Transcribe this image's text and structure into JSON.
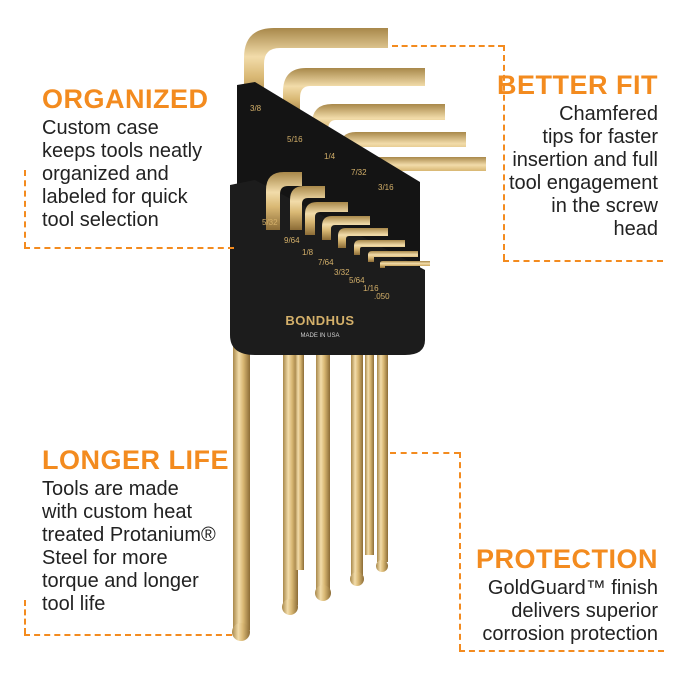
{
  "colors": {
    "accent": "#f38b1f",
    "gold": "#d4b06a",
    "case": "#141414",
    "text": "#222222"
  },
  "callouts": {
    "organized": {
      "title": "ORGANIZED",
      "body": "Custom case\nkeeps tools neatly\norganized and\nlabeled for quick\ntool selection"
    },
    "better_fit": {
      "title": "BETTER FIT",
      "body": "Chamfered\ntips for faster\ninsertion and full\ntool engagement\nin the screw\nhead"
    },
    "longer_life": {
      "title": "LONGER LIFE",
      "body": "Tools are made\nwith custom heat\ntreated Protanium®\nSteel for more\ntorque and longer\ntool life"
    },
    "protection": {
      "title": "PROTECTION",
      "body": "GoldGuard™ finish\ndelivers superior\ncorrosion protection"
    }
  },
  "case": {
    "brand": "BONDHUS",
    "made_in": "MADE IN USA",
    "size_labels_top": [
      "3/8",
      "5/16",
      "1/4",
      "7/32",
      "3/16"
    ],
    "size_labels_bottom": [
      "5/32",
      "9/64",
      "1/8",
      "7/64",
      "3/32",
      "5/64",
      "1/16",
      ".050"
    ]
  }
}
